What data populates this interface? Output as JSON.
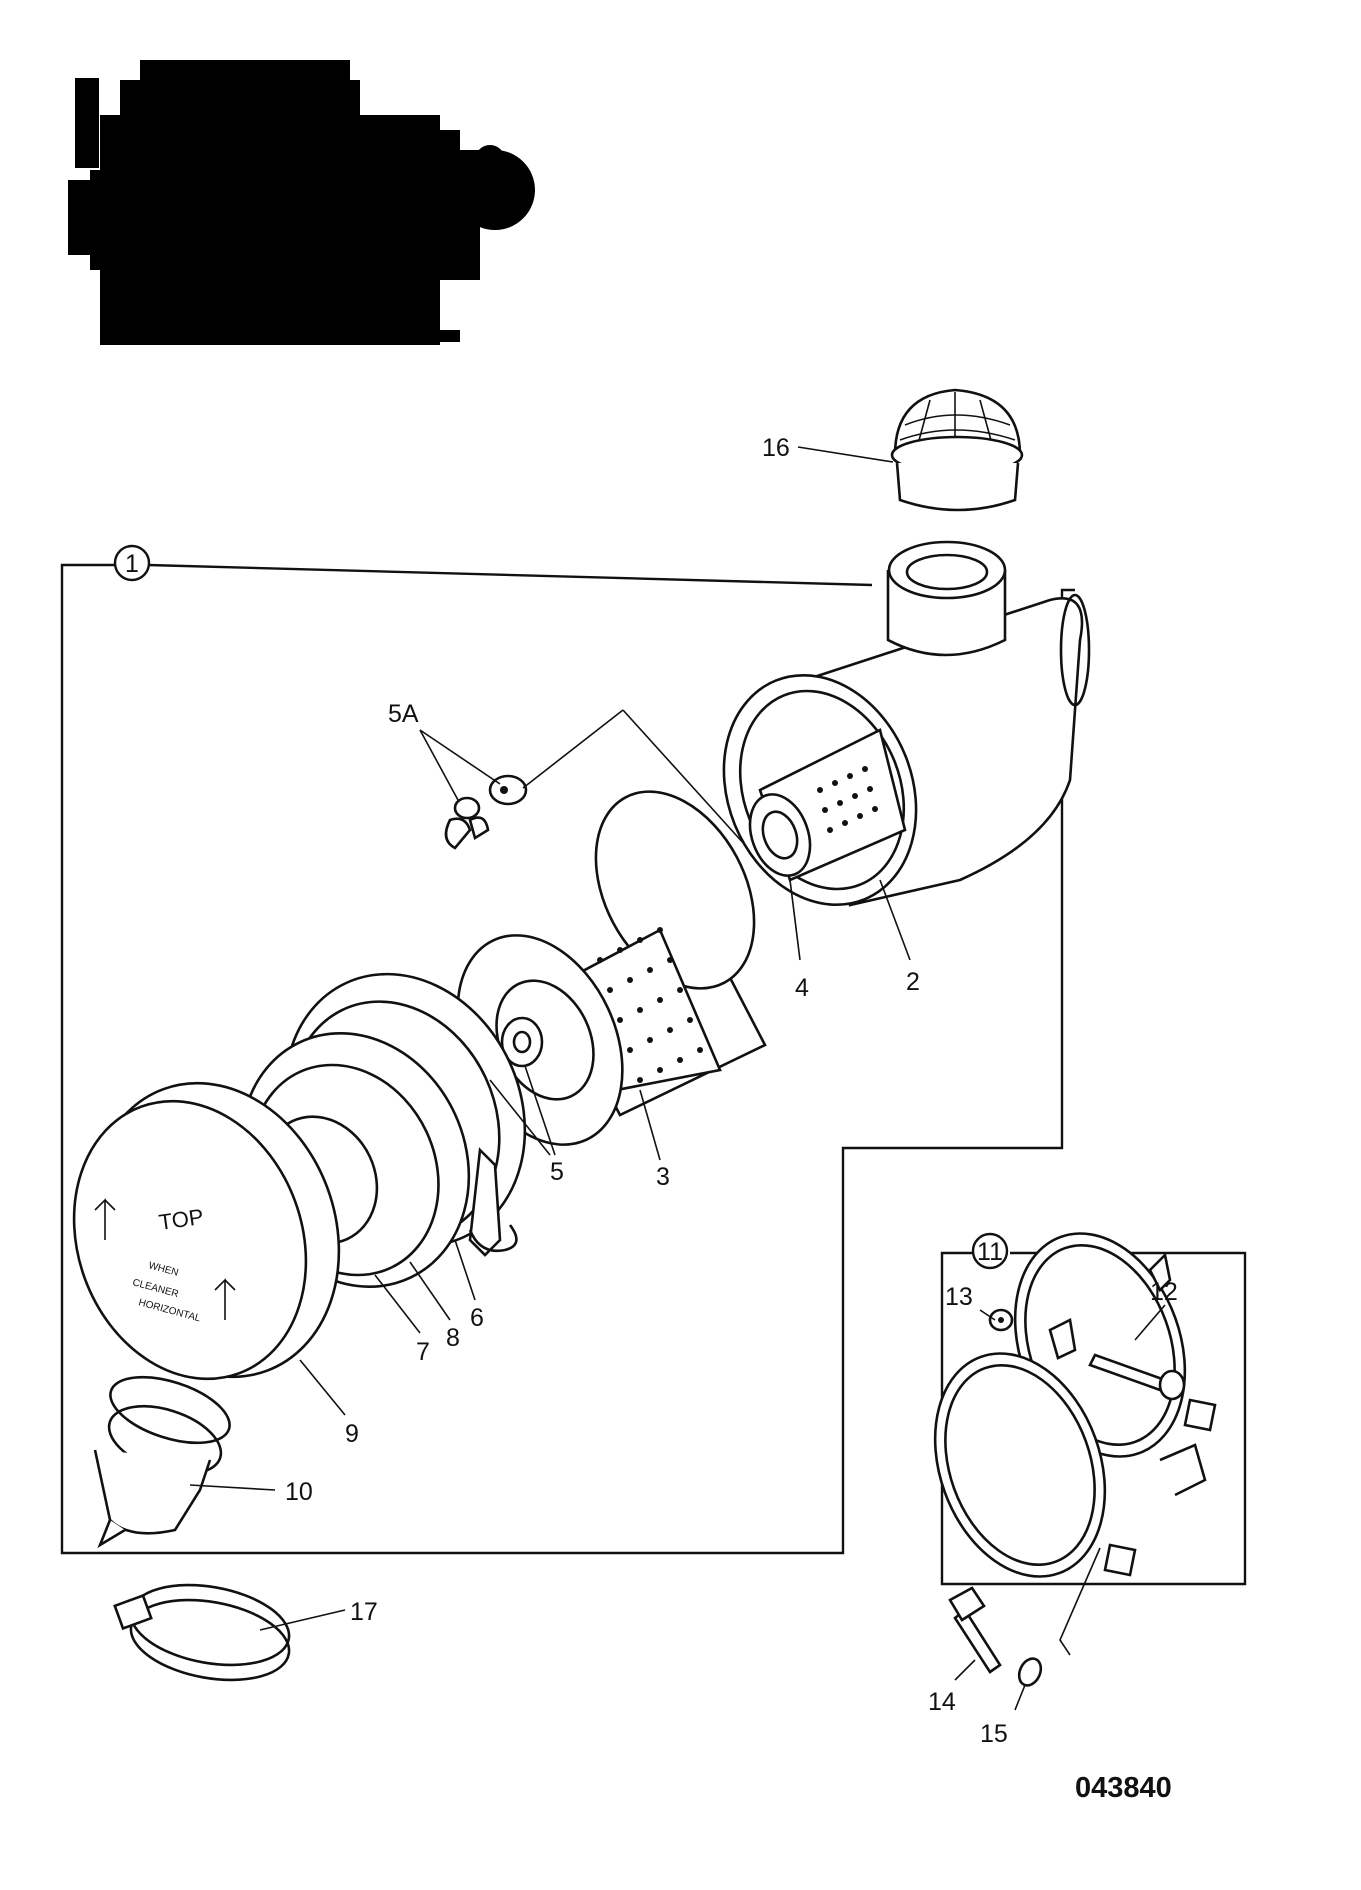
{
  "figure_number": "043840",
  "assembly_callouts": [
    {
      "id": "callout-1",
      "text": "1"
    },
    {
      "id": "callout-11",
      "text": "11"
    }
  ],
  "part_labels": {
    "p2": "2",
    "p3": "3",
    "p4": "4",
    "p5": "5",
    "p5a": "5A",
    "p6": "6",
    "p7": "7",
    "p8": "8",
    "p9": "9",
    "p10": "10",
    "p12": "12",
    "p13": "13",
    "p14": "14",
    "p15": "15",
    "p16": "16",
    "p17": "17"
  },
  "cover_markings": [
    "TOP",
    "WHEN",
    "CLEANER",
    "HORIZONTAL"
  ]
}
